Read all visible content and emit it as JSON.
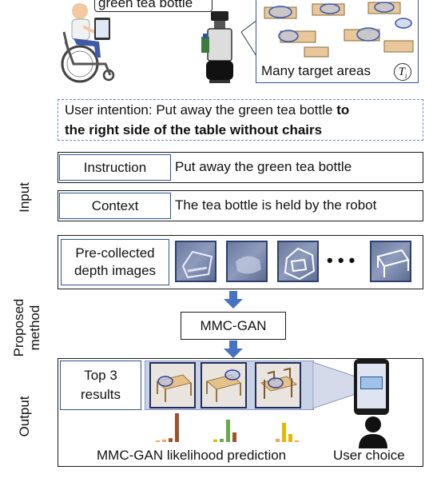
{
  "top": {
    "speech_text": "green tea bottle",
    "target_areas_label": "Many target areas",
    "target_symbol": "T",
    "target_subscript": "i"
  },
  "intention": {
    "prefix": "User intention: Put away the green tea bottle ",
    "bold_part1": "to",
    "bold_part2": "the right side of the table without chairs"
  },
  "input": {
    "section_label": "Input",
    "instruction_label": "Instruction",
    "instruction_text": "Put away the green tea bottle",
    "context_label": "Context",
    "context_text": "The tea bottle is held by the robot",
    "depth_label_line1": "Pre-collected",
    "depth_label_line2": "depth images",
    "ellipsis": "• • •"
  },
  "method": {
    "section_label_line1": "Proposed",
    "section_label_line2": "method",
    "model_name": "MMC-GAN"
  },
  "output": {
    "section_label": "Output",
    "top_results_line1": "Top 3",
    "top_results_line2": "results",
    "likelihood_caption": "MMC-GAN likelihood prediction",
    "user_choice_caption": "User choice"
  },
  "colors": {
    "accent_blue": "#4472c4",
    "frame_navy": "#2f5597",
    "dashed_border": "#5b8bd0",
    "bar_orange": "#f4a460",
    "bar_brown": "#a0522d",
    "bar_green": "#6aa84f",
    "bar_yellow": "#e6b800"
  },
  "icons": [
    "wheelchair-user-icon",
    "robot-icon",
    "tablet-icon",
    "person-icon",
    "down-arrow-icon"
  ],
  "chart_data": [
    {
      "type": "bar",
      "values": [
        0.05,
        0.08,
        0.12,
        0.9
      ]
    },
    {
      "type": "bar",
      "values": [
        0.08,
        0.1,
        0.7,
        0.3
      ]
    },
    {
      "type": "bar",
      "values": [
        0.1,
        0.6,
        0.25,
        0.05
      ]
    }
  ]
}
